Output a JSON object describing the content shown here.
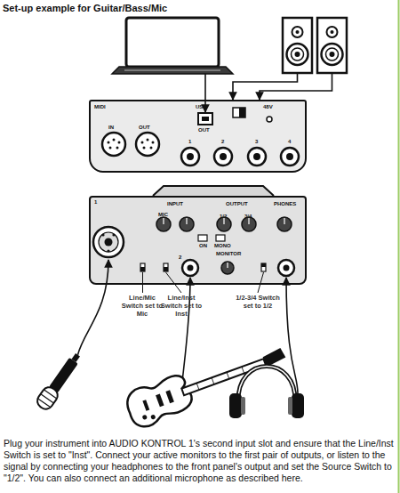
{
  "diagram": {
    "title": "Set-up example for Guitar/Bass/Mic",
    "caption": "Plug your instrument into AUDIO KONTROL 1's second input slot and ensure that the Line/Inst Switch is set to \"Inst\". Connect your active monitors to the first pair of outputs, or listen to the signal by connecting your headphones to the front panel's output and set the Source Switch to \"1/2\". You can also connect an additional microphone as described here.",
    "nodes": [
      {
        "text": [
          "MIDI",
          "IN",
          "OUT",
          "USB",
          "48V",
          "OUT",
          "1",
          "2",
          "3",
          "4"
        ]
      },
      {
        "text": [
          "1",
          "MIC",
          "INPUT",
          "1/2",
          "3/4",
          "OUTPUT",
          "PHONES",
          "ON",
          "MONO",
          "MONITOR",
          "2"
        ]
      }
    ],
    "labels": [
      "Line/Mic Switch set to Mic",
      "Line/Inst Switch set to Inst",
      "1/2-3/4 Switch set to 1/2"
    ]
  }
}
